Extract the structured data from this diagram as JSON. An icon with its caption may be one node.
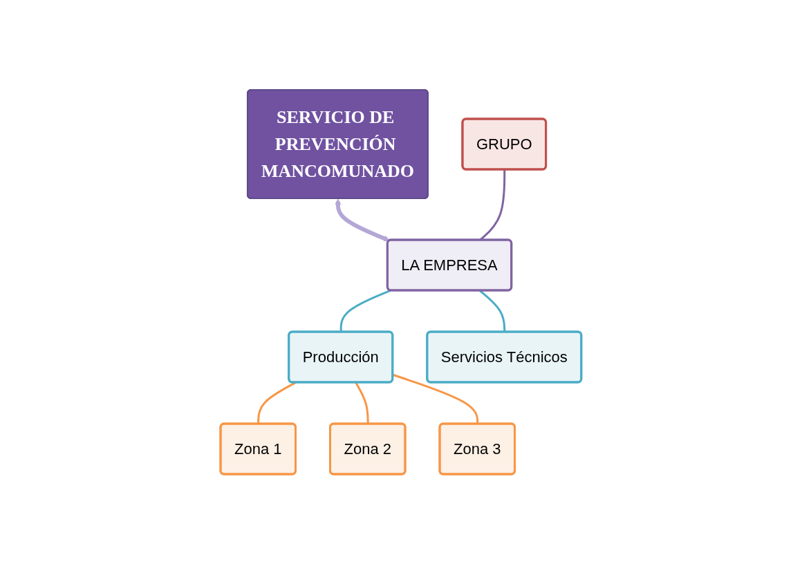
{
  "diagram": {
    "nodes": [
      {
        "text": [
          "SERVICIO DE PREVENCIÓN MANCOMUNADO"
        ]
      },
      {
        "text": [
          "GRUPO"
        ]
      },
      {
        "text": [
          "LA EMPRESA"
        ]
      },
      {
        "text": [
          "Producción"
        ]
      },
      {
        "text": [
          "Servicios Técnicos"
        ]
      },
      {
        "text": [
          "Zona 1"
        ]
      },
      {
        "text": [
          "Zona 2"
        ]
      },
      {
        "text": [
          "Zona 3"
        ]
      }
    ],
    "edges": [
      {
        "from": 0,
        "to": 2,
        "arrow": "both",
        "style": "thick",
        "color": "#b4a7d6"
      },
      {
        "from": 1,
        "to": 2,
        "arrow": "none",
        "color": "#8064a2"
      },
      {
        "from": 2,
        "to": 3,
        "arrow": "none",
        "color": "#4bacc6"
      },
      {
        "from": 2,
        "to": 4,
        "arrow": "none",
        "color": "#4bacc6"
      },
      {
        "from": 3,
        "to": 5,
        "arrow": "none"
      },
      {
        "from": 3,
        "to": 6,
        "arrow": "none"
      },
      {
        "from": 3,
        "to": 7,
        "arrow": "none"
      }
    ]
  }
}
